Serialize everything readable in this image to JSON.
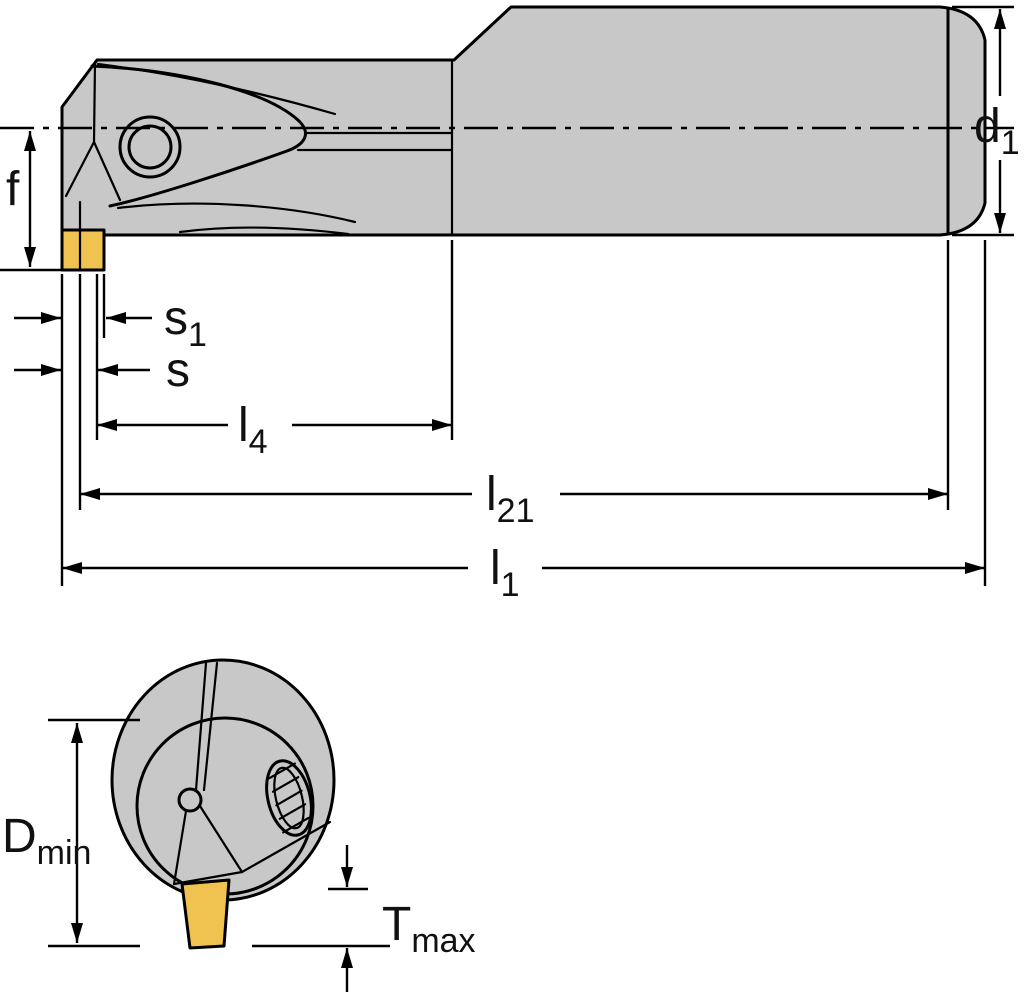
{
  "colors": {
    "background": "#ffffff",
    "body": "#c8c8c8",
    "insert": "#f0c24f",
    "line": "#000000",
    "text": "#111111"
  },
  "labels": {
    "f": {
      "main": "f",
      "sub": ""
    },
    "d1": {
      "main": "d",
      "sub": "1"
    },
    "s1": {
      "main": "s",
      "sub": "1"
    },
    "s": {
      "main": "s",
      "sub": ""
    },
    "l4": {
      "main": "l",
      "sub": "4"
    },
    "l21": {
      "main": "l",
      "sub": "21"
    },
    "l1": {
      "main": "l",
      "sub": "1"
    },
    "dmin": {
      "main": "D",
      "sub": "min"
    },
    "tmax": {
      "main": "T",
      "sub": "max"
    }
  }
}
